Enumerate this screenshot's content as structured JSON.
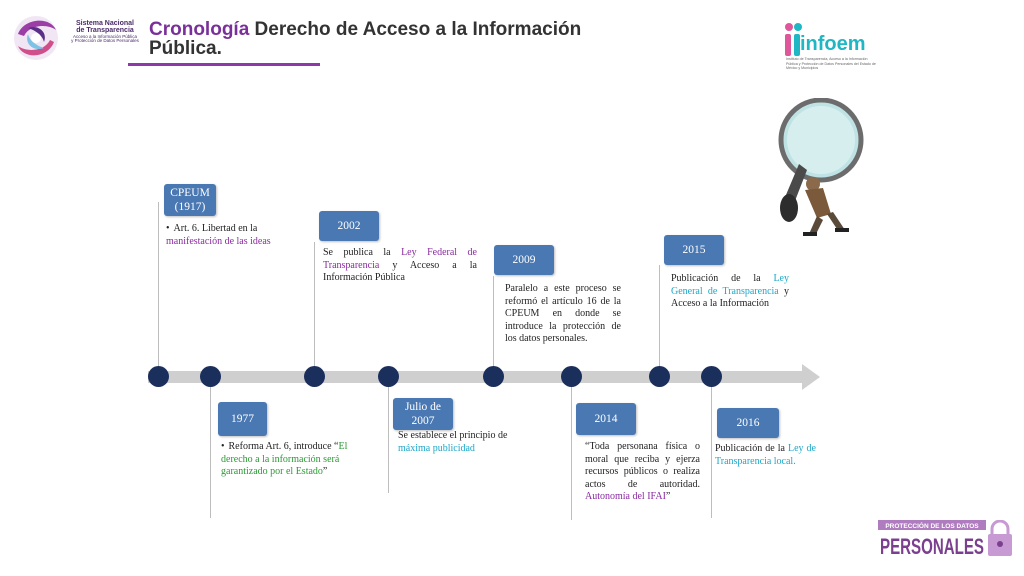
{
  "header": {
    "org_line1": "Sistema Nacional",
    "org_line2": "de Transparencia",
    "org_line3": "Acceso a la Información Pública",
    "org_line4": "y Protección de Datos Personales",
    "title_accent": "Cronología",
    "title_rest": " Derecho de Acceso a la Información Pública.",
    "infoem_brand": "infoem",
    "infoem_subtitle": "Instituto de Transparencia, Acceso a la Información Pública y Protección de Datos Personales del Estado de México y Municipios"
  },
  "timeline": {
    "events": [
      {
        "label": "CPEUM (1917)",
        "text_pre": "Art. 6. Libertad en la ",
        "text_hl": "manifestación de las ideas",
        "text_post": ""
      },
      {
        "label": "1977",
        "text_pre": "Reforma Art. 6, introduce “",
        "text_hl": "El derecho a la información será garantizado por el Estado",
        "text_post": "”"
      },
      {
        "label": "2002",
        "text_pre": "Se publica la ",
        "text_hl": "Ley Federal de Transparencia",
        "text_post": " y Acceso a la Información Pública"
      },
      {
        "label": "Julio de 2007",
        "text_pre": "Se establece el principio de ",
        "text_hl": "máxima publicidad",
        "text_post": ""
      },
      {
        "label": "2009",
        "text_pre": "Paralelo a este proceso se reformó el artículo 16 de la CPEUM en donde se introduce la protección de los datos personales.",
        "text_hl": "",
        "text_post": ""
      },
      {
        "label": "2014",
        "text_pre": "“Toda personana física o moral que reciba y ejerza recursos públicos o realiza actos de autoridad. ",
        "text_hl": "Autonomía del IFAI",
        "text_post": "”"
      },
      {
        "label": "2015",
        "text_pre": "Publicación de la ",
        "text_hl": "Ley General de Transparencia",
        "text_post": " y Acceso a la Información"
      },
      {
        "label": "2016",
        "text_pre": "Publicación de la ",
        "text_hl": "Ley de Transparencia local.",
        "text_post": ""
      }
    ]
  },
  "badge": {
    "line1": "PROTECCIÓN DE LOS DATOS",
    "line2": "PERSONALES"
  },
  "colors": {
    "accent_purple": "#7a2f9a",
    "box_blue": "#4a78b3",
    "dot_navy": "#1b2f5c",
    "axis_gray": "#cfcfcf",
    "infoem_teal": "#1fb7c4"
  }
}
